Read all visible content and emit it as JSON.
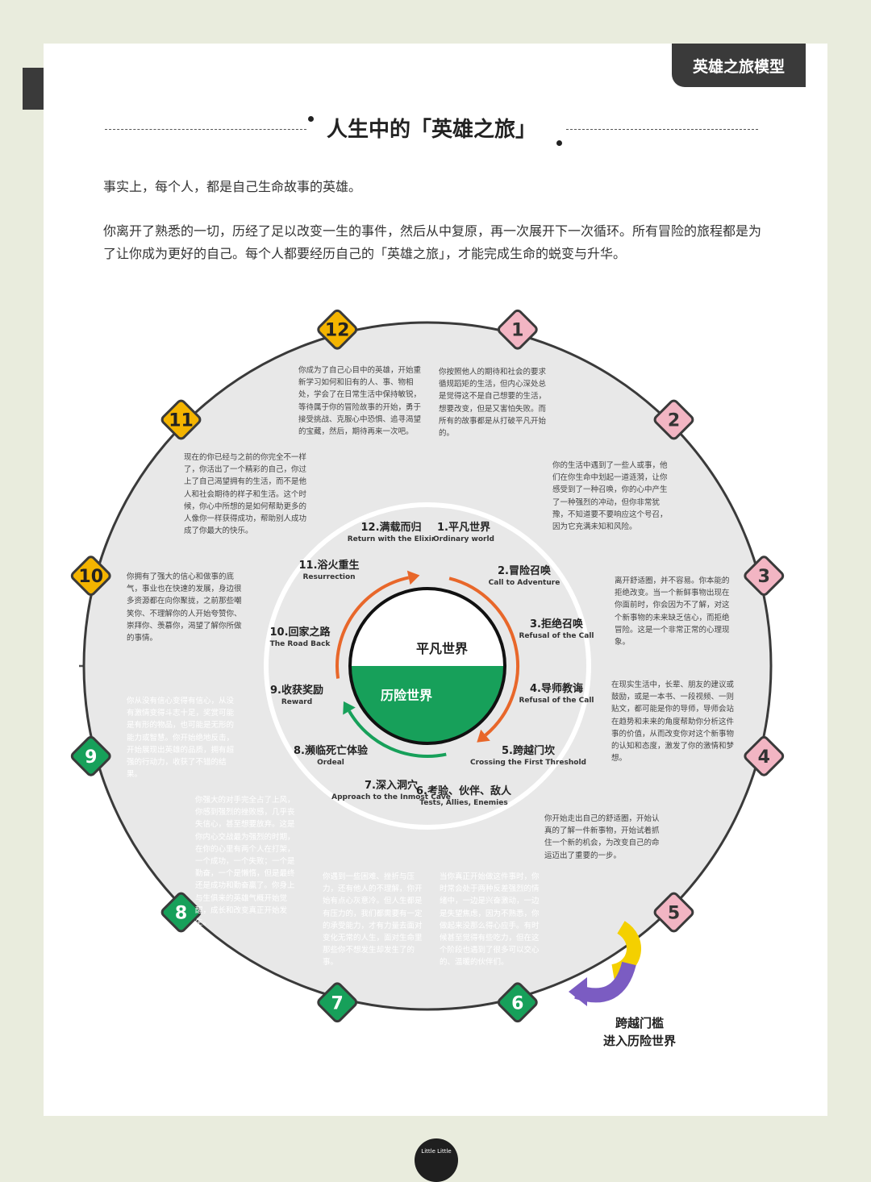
{
  "badge": "英雄之旅模型",
  "title": "人生中的「英雄之旅」",
  "intro": {
    "line1": "事实上，每个人，都是自己生命故事的英雄。",
    "line2": "你离开了熟悉的一切，历经了足以改变一生的事件，然后从中复原，再一次展开下一次循环。所有冒险的旅程都是为了让你成为更好的自己。每个人都要经历自己的「英雄之旅」，才能完成生命的蜕变与升华。"
  },
  "center": {
    "top_label": "平凡世界",
    "bottom_label": "历险世界"
  },
  "colors": {
    "green": "#17a05a",
    "pink": "#fbeef0",
    "pink_badge": "#f2b5c3",
    "yellow_badge": "#f4b400",
    "dark": "#3a3a3a"
  },
  "stages": [
    {
      "num": "1",
      "cn": "1.平凡世界",
      "en": "Ordinary world",
      "desc": "你按照他人的期待和社会的要求循规蹈矩的生活，但内心深处总是觉得这不是自己想要的生活，想要改变，但是又害怕失败。而所有的故事都是从打破平凡开始的。"
    },
    {
      "num": "2",
      "cn": "2.冒险召唤",
      "en": "Call to Adventure",
      "desc": "你的生活中遇到了一些人或事，他们在你生命中划起一道涟漪，让你感受到了一种召唤，你的心中产生了一种强烈的冲动，但你非常犹豫，不知道要不要响应这个号召，因为它充满未知和风险。"
    },
    {
      "num": "3",
      "cn": "3.拒绝召唤",
      "en": "Refusal of the Call",
      "desc": "离开舒适圈，并不容易。你本能的拒绝改变。当一个新鲜事物出现在你面前时，你会因为不了解，对这个新事物的未来缺乏信心，而拒绝冒险。这是一个非常正常的心理现象。"
    },
    {
      "num": "4",
      "cn": "4.导师教诲",
      "en": "Refusal of the Call",
      "desc": "在现实生活中，长辈、朋友的建议或鼓励，或是一本书、一段视频、一则贴文，都可能是你的导师，导师会站在趋势和未来的角度帮助你分析这件事的价值，从而改变你对这个新事物的认知和态度，激发了你的激情和梦想。"
    },
    {
      "num": "5",
      "cn": "5.跨越门坎",
      "en": "Crossing the First Threshold",
      "desc": "你开始走出自己的舒适圈，开始认真的了解一件新事物，开始试着抓住一个新的机会，为改变自己的命运迈出了重要的一步。"
    },
    {
      "num": "6",
      "cn": "6.考验、伙伴、敌人",
      "en": "Tests, Allies, Enemies",
      "desc": "当你真正开始做这件事时，你时常会处于两种反差强烈的情绪中，一边是兴奋激动，一边是失望焦虑，因为不熟悉，你做起来没那么得心应手。有时候甚至觉得有些吃力，但在这个阶段也遇到了很多可以交心的、温暖的伙伴们。"
    },
    {
      "num": "7",
      "cn": "7.深入洞穴",
      "en": "Approach to the Inmost Cave",
      "desc": "你遇到一些困难、挫折与压力，还有他人的不理解，你开始有点心灰意冷。但人生都是有压力的，我们都需要有一定的承受能力，才有力量去面对变化无常的人生，面对生命里那些你不想发生却发生了的事。"
    },
    {
      "num": "8",
      "cn": "8.濒临死亡体验",
      "en": "Ordeal",
      "desc": "你强大的对手完全占了上风，你感到强烈的挫败感，几乎丧失信心，甚至想要放弃。这是你内心交战最为强烈的时期，在你的心里有两个人在打架，一个成功，一个失败；一个是勤奋，一个是懒惰，但是最终还是成功和勤奋赢了。你身上与生俱来的英雄气概开始觉醒，成长和改变真正开始发生。"
    },
    {
      "num": "9",
      "cn": "9.收获奖励",
      "en": "Reward",
      "desc": "你从没有信心变得有信心，从没有激情变得斗志十足，奖赏可能是有形的物品，也可能是无形的能力或智慧。你开始绝地反击，开始展现出英雄的品质，拥有超强的行动力，收获了不错的结果。"
    },
    {
      "num": "10",
      "cn": "10.回家之路",
      "en": "The Road Back",
      "desc": "你拥有了强大的信心和做事的底气，事业也在快速的发展，身边很多资源都在向你聚拢，之前那些嘲笑你、不理解你的人开始夸赞你、崇拜你、羡慕你，渴望了解你所做的事情。"
    },
    {
      "num": "11",
      "cn": "11.浴火重生",
      "en": "Resurrection",
      "desc": "现在的你已经与之前的你完全不一样了，你活出了一个精彩的自己，你过上了自己渴望拥有的生活，而不是他人和社会期待的样子和生活。这个时候，你心中所想的是如何帮助更多的人像你一样获得成功，帮助别人成功成了你最大的快乐。"
    },
    {
      "num": "12",
      "cn": "12.满载而归",
      "en": "Return with the Elixir",
      "desc": "你成为了自己心目中的英雄，开始重新学习如何和旧有的人、事、物相处，学会了在日常生活中保持敏锐，等待属于你的冒险故事的开始，勇于接受挑战、克服心中恐惧、追寻渴望的宝藏，然后，期待再来一次吧。"
    }
  ],
  "threshold_caption": {
    "line1": "跨越门槛",
    "line2": "进入历险世界"
  },
  "logo_text": "Little Little"
}
